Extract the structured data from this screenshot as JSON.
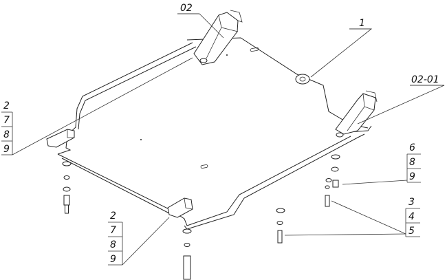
{
  "callouts": {
    "c02": "02",
    "c1": "1",
    "c0201": "02-01",
    "left_stack": [
      "2",
      "7",
      "8",
      "9"
    ],
    "bottom_stack": [
      "2",
      "7",
      "8",
      "9"
    ],
    "right_top_stack": [
      "6",
      "8",
      "9"
    ],
    "right_bottom_stack": [
      "3",
      "4",
      "5"
    ]
  }
}
